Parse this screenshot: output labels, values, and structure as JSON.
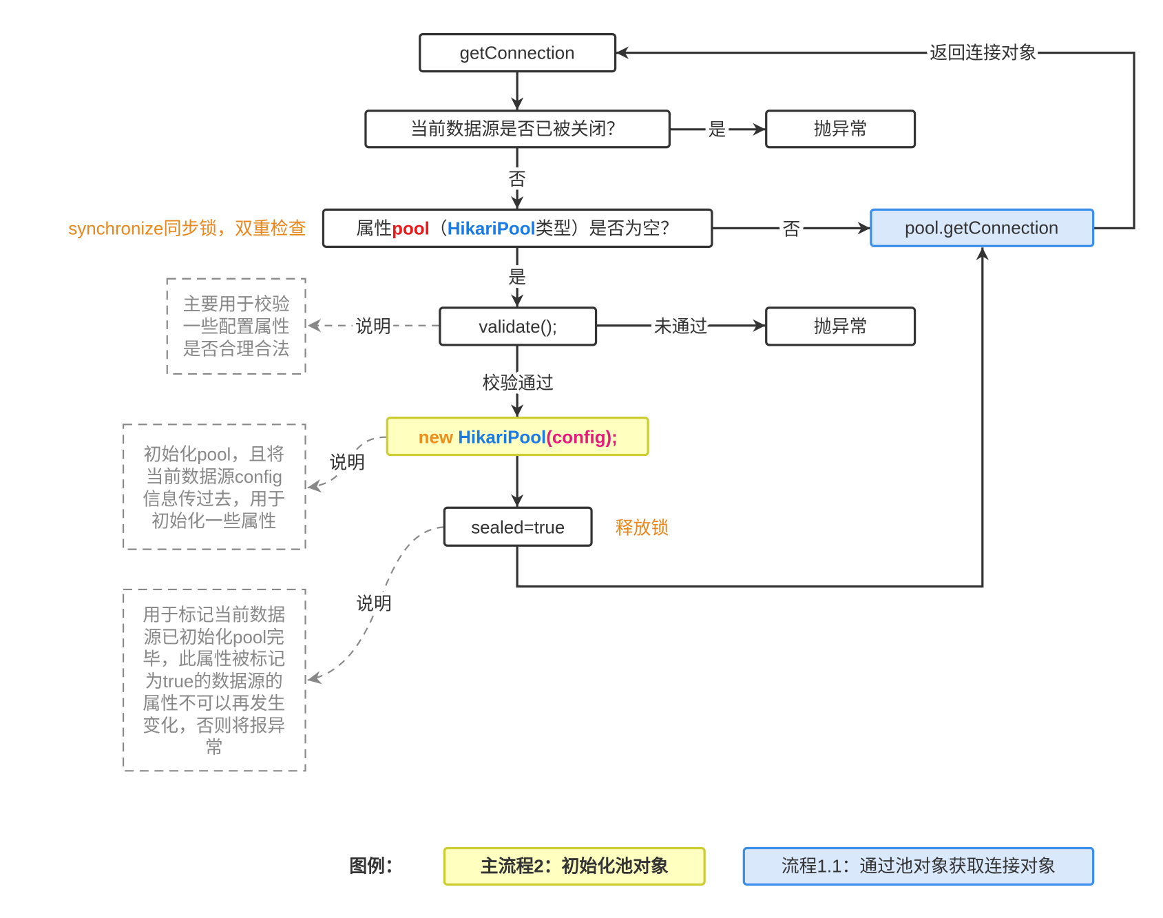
{
  "nodes": {
    "get_connection": "getConnection",
    "check_closed": "当前数据源是否已被关闭？",
    "throw_closed": "抛异常",
    "check_pool_empty": {
      "prefix": "属性",
      "field": "pool",
      "open": "（",
      "type": "HikariPool",
      "suffix": "类型）是否为空？"
    },
    "pool_get_connection": "pool.getConnection",
    "validate": "validate();",
    "throw_validate": "抛异常",
    "new_pool": {
      "keyword": "new",
      "class": "HikariPool",
      "args": "(config);"
    },
    "sealed": "sealed=true"
  },
  "edge_labels": {
    "closed_yes": "是",
    "closed_no": "否",
    "pool_empty_no": "否",
    "return_connection": "返回连接对象",
    "pool_empty_yes": "是",
    "validate_fail": "未通过",
    "validate_pass": "校验通过",
    "note_validate": "说明",
    "note_new_pool": "说明",
    "note_sealed": "说明"
  },
  "annotations": {
    "sync_lock": "synchronize同步锁，双重检查",
    "release_lock": "释放锁"
  },
  "notes": {
    "validate": [
      "主要用于校验",
      "一些配置属性",
      "是否合理合法"
    ],
    "new_pool": [
      "初始化pool，且将",
      "当前数据源config",
      "信息传过去，用于",
      "初始化一些属性"
    ],
    "sealed": [
      "用于标记当前数据",
      "源已初始化pool完",
      "毕，此属性被标记",
      "为true的数据源的",
      "属性不可以再发生",
      "变化，否则将报异",
      "常"
    ]
  },
  "legend": {
    "title": "图例：",
    "main_flow": "主流程2：初始化池对象",
    "sub_flow": "流程1.1：通过池对象获取连接对象"
  },
  "colors": {
    "stroke": "#333333",
    "note": "#888888",
    "orange": "#e8871e",
    "red": "#e8191b",
    "blue_text": "#1a7be6",
    "pink": "#e6197e",
    "new_kw": "#f08c1a",
    "main_fill": "#ffffc0",
    "main_stroke": "#cccc33",
    "sub_fill": "#dae8fc",
    "sub_stroke": "#3b8eea"
  }
}
